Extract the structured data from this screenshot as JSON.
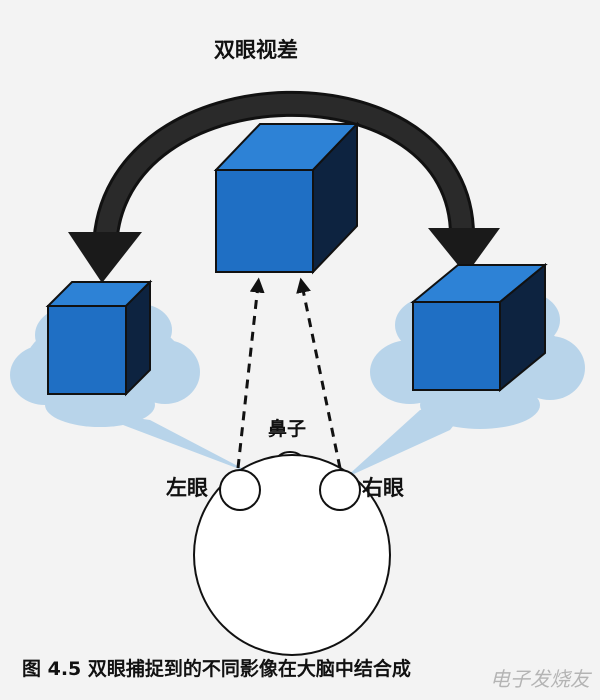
{
  "title": "双眼视差",
  "labels": {
    "left_eye": "左眼",
    "right_eye": "右眼",
    "nose": "鼻子"
  },
  "caption": "图 4.5   双眼捕捉到的不同影像在大脑中结合成",
  "watermark": "电子发烧友",
  "colors": {
    "cube_front": "#1f6fc4",
    "cube_top": "#2d82d6",
    "cube_side": "#0d2340",
    "cloud": "#b8d4ea",
    "arrow": "#222222",
    "background": "#f3f3f3"
  }
}
